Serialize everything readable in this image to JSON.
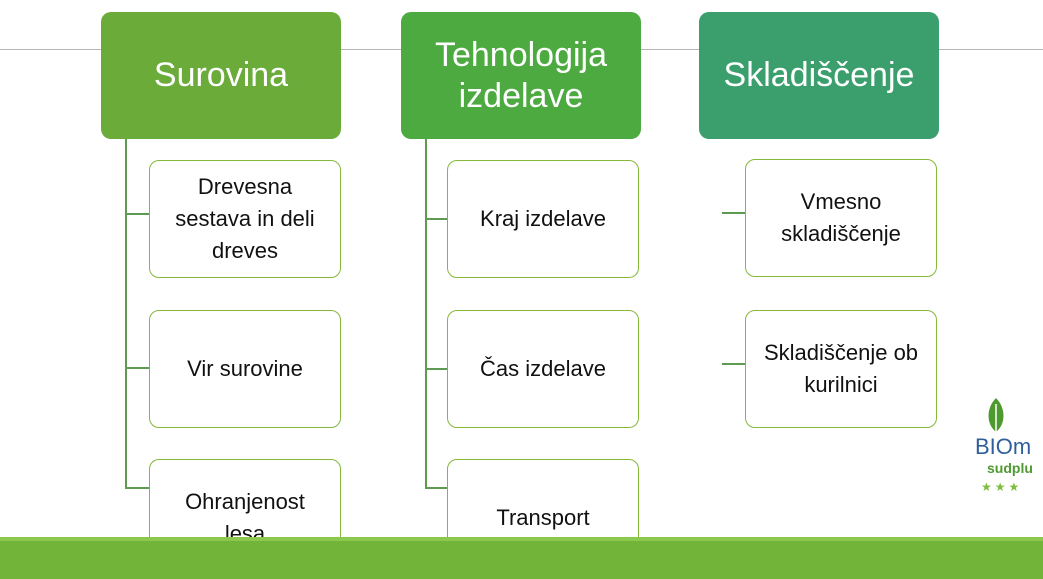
{
  "columns": [
    {
      "header": "Surovina",
      "color": "#6aab3a",
      "items": [
        "Drevesna sestava in deli dreves",
        "Vir surovine",
        "Ohranjenost lesa"
      ]
    },
    {
      "header": "Tehnologija izdelave",
      "color": "#4caa40",
      "items": [
        "Kraj izdelave",
        "Čas izdelave",
        "Transport"
      ]
    },
    {
      "header": "Skladiščenje",
      "color": "#3a9f6c",
      "items": [
        "Vmesno skladiščenje",
        "Skladiščenje ob kurilnici"
      ]
    }
  ],
  "logo": {
    "line1": "BIOm",
    "line2": "sudplu"
  },
  "colors": {
    "box_border": "#86b83a",
    "connector": "#5f9a52",
    "footer_bar": "#72b33a"
  }
}
